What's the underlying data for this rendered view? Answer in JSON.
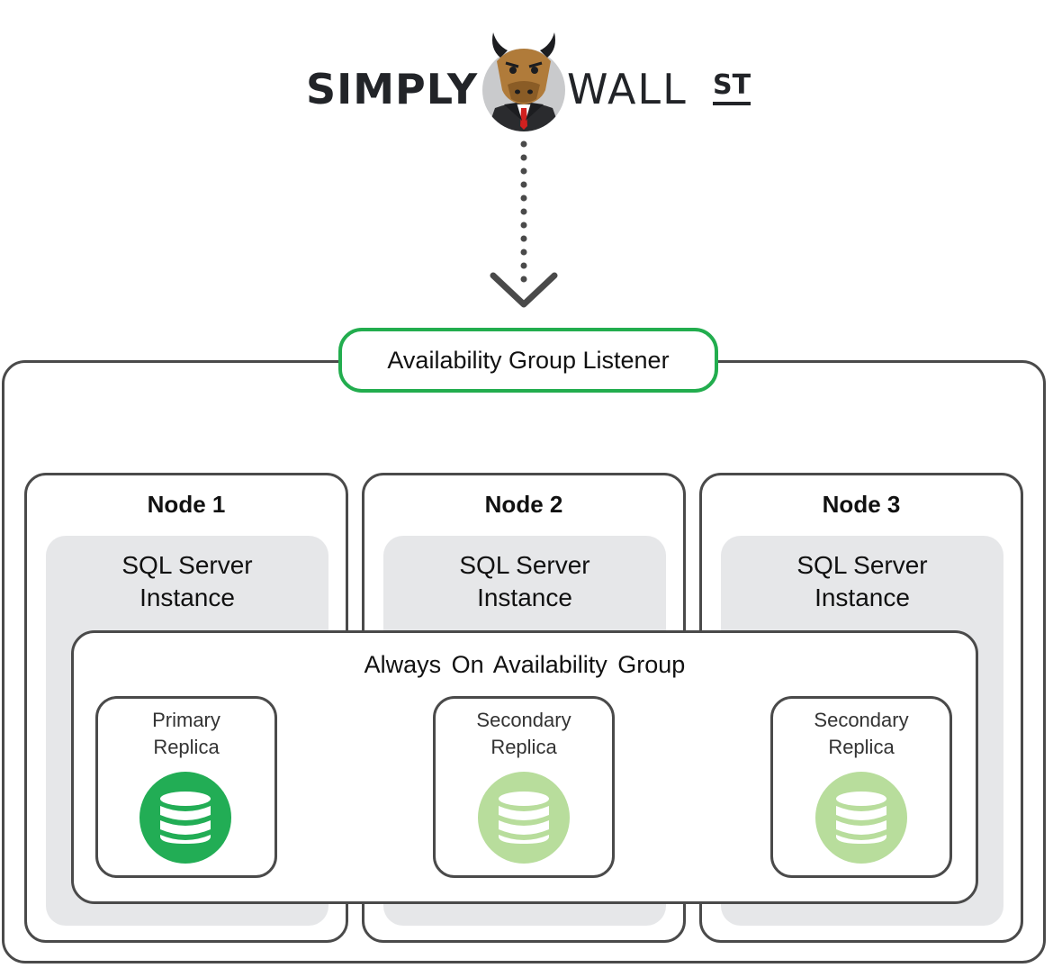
{
  "logo": {
    "left_text": "SIMPLY",
    "right_text": "WALL",
    "superscript": "ST"
  },
  "listener": {
    "label": "Availability Group Listener"
  },
  "nodes": [
    {
      "title": "Node 1",
      "instance_line1": "SQL Server",
      "instance_line2": "Instance"
    },
    {
      "title": "Node 2",
      "instance_line1": "SQL Server",
      "instance_line2": "Instance"
    },
    {
      "title": "Node 3",
      "instance_line1": "SQL Server",
      "instance_line2": "Instance"
    }
  ],
  "availability_group": {
    "label": "Always On Availability Group"
  },
  "replicas": [
    {
      "line1": "Primary",
      "line2": "Replica",
      "status": "primary",
      "color": "#22ad55"
    },
    {
      "line1": "Secondary",
      "line2": "Replica",
      "status": "secondary",
      "color": "#b8dd9c"
    },
    {
      "line1": "Secondary",
      "line2": "Replica",
      "status": "secondary",
      "color": "#b8dd9c"
    }
  ],
  "colors": {
    "listener_border": "#22ad4e",
    "box_border": "#4a4a4a",
    "instance_fill": "#e6e7e9"
  }
}
